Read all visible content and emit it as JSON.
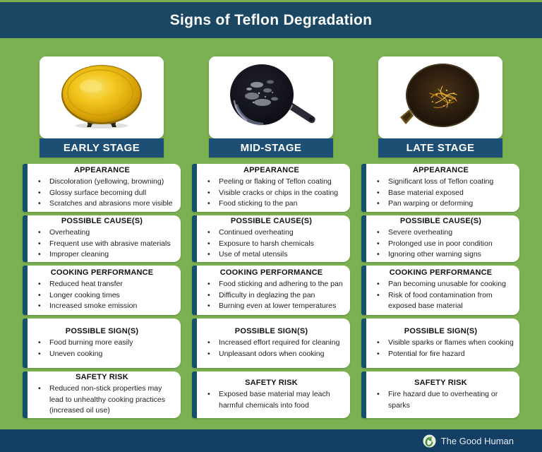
{
  "title": "Signs of Teflon Degradation",
  "columns": [
    {
      "stage": "EARLY STAGE",
      "pan_image": "golden-discolored-pan",
      "sections": [
        {
          "heading": "APPEARANCE",
          "bullets": [
            "Discoloration (yellowing, browning)",
            "Glossy surface becoming dull",
            "Scratches and abrasions more visible"
          ]
        },
        {
          "heading": "POSSIBLE CAUSE(S)",
          "bullets": [
            "Overheating",
            "Frequent use with abrasive materials",
            "Improper cleaning"
          ]
        },
        {
          "heading": "COOKING PERFORMANCE",
          "bullets": [
            "Reduced heat transfer",
            "Longer cooking times",
            "Increased smoke emission"
          ]
        },
        {
          "heading": "POSSIBLE SIGN(S)",
          "bullets": [
            "Food burning more easily",
            "Uneven cooking"
          ]
        },
        {
          "heading": "SAFETY RISK",
          "bullets": [
            "Reduced non-stick properties may lead to unhealthy cooking practices (increased oil use)"
          ]
        }
      ]
    },
    {
      "stage": "MID-STAGE",
      "pan_image": "black-pan-flaking-coating",
      "sections": [
        {
          "heading": "APPEARANCE",
          "bullets": [
            "Peeling or flaking of Teflon coating",
            "Visible cracks or chips in the coating",
            "Food sticking to the pan"
          ]
        },
        {
          "heading": "POSSIBLE CAUSE(S)",
          "bullets": [
            "Continued overheating",
            "Exposure to harsh chemicals",
            "Use of metal utensils"
          ]
        },
        {
          "heading": "COOKING PERFORMANCE",
          "bullets": [
            "Food sticking and adhering to the pan",
            "Difficulty in deglazing the pan",
            "Burning even at lower temperatures"
          ]
        },
        {
          "heading": "POSSIBLE SIGN(S)",
          "bullets": [
            "Increased effort required for cleaning",
            "Unpleasant odors when cooking"
          ]
        },
        {
          "heading": "SAFETY RISK",
          "bullets": [
            "Exposed base material may leach harmful chemicals into food"
          ]
        }
      ]
    },
    {
      "stage": "LATE STAGE",
      "pan_image": "burnt-pan-exposed-base",
      "sections": [
        {
          "heading": "APPEARANCE",
          "bullets": [
            "Significant loss of Teflon coating",
            "Base material exposed",
            "Pan warping or deforming"
          ]
        },
        {
          "heading": "POSSIBLE CAUSE(S)",
          "bullets": [
            "Severe overheating",
            "Prolonged use in poor condition",
            "Ignoring other warning signs"
          ]
        },
        {
          "heading": "COOKING PERFORMANCE",
          "bullets": [
            "Pan becoming unusable for cooking",
            "Risk of food contamination from exposed base material"
          ]
        },
        {
          "heading": "POSSIBLE SIGN(S)",
          "bullets": [
            "Visible sparks or flames when cooking",
            "Potential for fire hazard"
          ]
        },
        {
          "heading": "SAFETY RISK",
          "bullets": [
            "Fire hazard due to overheating or sparks"
          ]
        }
      ]
    }
  ],
  "footer": {
    "brand": "The Good Human"
  },
  "colors": {
    "background_green": "#7CB152",
    "header_blue": "#1B4763",
    "banner_blue": "#1D4E74",
    "accent_bar_blue": "#14506C",
    "footer_blue": "#123F63",
    "card_white": "#FFFFFF"
  }
}
